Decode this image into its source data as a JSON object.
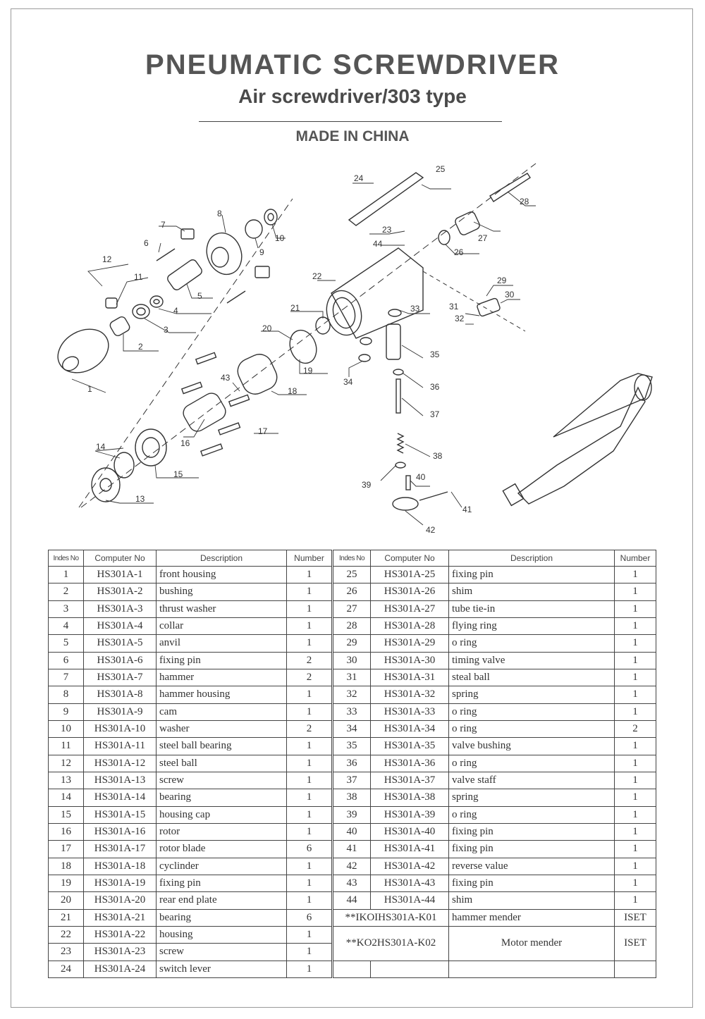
{
  "header": {
    "title": "PNEUMATIC SCREWDRIVER",
    "subtitle": "Air screwdriver/303 type",
    "origin": "MADE IN CHINA"
  },
  "diagram": {
    "callouts": [
      "1",
      "2",
      "3",
      "4",
      "5",
      "6",
      "7",
      "8",
      "9",
      "10",
      "11",
      "12",
      "13",
      "14",
      "15",
      "16",
      "17",
      "18",
      "19",
      "20",
      "21",
      "22",
      "23",
      "24",
      "25",
      "26",
      "27",
      "28",
      "29",
      "30",
      "31",
      "32",
      "33",
      "34",
      "35",
      "36",
      "37",
      "38",
      "39",
      "40",
      "41",
      "42",
      "43",
      "44"
    ]
  },
  "table": {
    "headers": [
      "Indes No",
      "Computer No",
      "Description",
      "Number",
      "Indes No",
      "Computer No",
      "Description",
      "Number"
    ],
    "left_rows": [
      {
        "no": "1",
        "code": "HS301A-1",
        "desc": "front housing",
        "qty": "1"
      },
      {
        "no": "2",
        "code": "HS301A-2",
        "desc": "bushing",
        "qty": "1"
      },
      {
        "no": "3",
        "code": "HS301A-3",
        "desc": "thrust washer",
        "qty": "1"
      },
      {
        "no": "4",
        "code": "HS301A-4",
        "desc": "collar",
        "qty": "1"
      },
      {
        "no": "5",
        "code": "HS301A-5",
        "desc": "anvil",
        "qty": "1"
      },
      {
        "no": "6",
        "code": "HS301A-6",
        "desc": "fixing pin",
        "qty": "2"
      },
      {
        "no": "7",
        "code": "HS301A-7",
        "desc": "hammer",
        "qty": "2"
      },
      {
        "no": "8",
        "code": "HS301A-8",
        "desc": "hammer housing",
        "qty": "1"
      },
      {
        "no": "9",
        "code": "HS301A-9",
        "desc": "cam",
        "qty": "1"
      },
      {
        "no": "10",
        "code": "HS301A-10",
        "desc": "washer",
        "qty": "2"
      },
      {
        "no": "11",
        "code": "HS301A-11",
        "desc": "steel ball bearing",
        "qty": "1"
      },
      {
        "no": "12",
        "code": "HS301A-12",
        "desc": "steel ball",
        "qty": "1"
      },
      {
        "no": "13",
        "code": "HS301A-13",
        "desc": "screw",
        "qty": "1"
      },
      {
        "no": "14",
        "code": "HS301A-14",
        "desc": "bearing",
        "qty": "1"
      },
      {
        "no": "15",
        "code": "HS301A-15",
        "desc": "housing cap",
        "qty": "1"
      },
      {
        "no": "16",
        "code": "HS301A-16",
        "desc": "rotor",
        "qty": "1"
      },
      {
        "no": "17",
        "code": "HS301A-17",
        "desc": "rotor blade",
        "qty": "6"
      },
      {
        "no": "18",
        "code": "HS301A-18",
        "desc": "cyclinder",
        "qty": "1"
      },
      {
        "no": "19",
        "code": "HS301A-19",
        "desc": "fixing pin",
        "qty": "1"
      },
      {
        "no": "20",
        "code": "HS301A-20",
        "desc": "rear end plate",
        "qty": "1"
      },
      {
        "no": "21",
        "code": "HS301A-21",
        "desc": "bearing",
        "qty": "6"
      },
      {
        "no": "22",
        "code": "HS301A-22",
        "desc": "housing",
        "qty": "1"
      },
      {
        "no": "23",
        "code": "HS301A-23",
        "desc": "screw",
        "qty": "1"
      },
      {
        "no": "24",
        "code": "HS301A-24",
        "desc": "switch lever",
        "qty": "1"
      }
    ],
    "right_rows": [
      {
        "no": "25",
        "code": "HS301A-25",
        "desc": "fixing pin",
        "qty": "1"
      },
      {
        "no": "26",
        "code": "HS301A-26",
        "desc": "shim",
        "qty": "1"
      },
      {
        "no": "27",
        "code": "HS301A-27",
        "desc": "tube tie-in",
        "qty": "1"
      },
      {
        "no": "28",
        "code": "HS301A-28",
        "desc": "flying ring",
        "qty": "1"
      },
      {
        "no": "29",
        "code": "HS301A-29",
        "desc": "o ring",
        "qty": "1"
      },
      {
        "no": "30",
        "code": "HS301A-30",
        "desc": "timing valve",
        "qty": "1"
      },
      {
        "no": "31",
        "code": "HS301A-31",
        "desc": "steal ball",
        "qty": "1"
      },
      {
        "no": "32",
        "code": "HS301A-32",
        "desc": "spring",
        "qty": "1"
      },
      {
        "no": "33",
        "code": "HS301A-33",
        "desc": "o ring",
        "qty": "1"
      },
      {
        "no": "34",
        "code": "HS301A-34",
        "desc": "o ring",
        "qty": "2"
      },
      {
        "no": "35",
        "code": "HS301A-35",
        "desc": "valve bushing",
        "qty": "1"
      },
      {
        "no": "36",
        "code": "HS301A-36",
        "desc": "o ring",
        "qty": "1"
      },
      {
        "no": "37",
        "code": "HS301A-37",
        "desc": "valve staff",
        "qty": "1"
      },
      {
        "no": "38",
        "code": "HS301A-38",
        "desc": "spring",
        "qty": "1"
      },
      {
        "no": "39",
        "code": "HS301A-39",
        "desc": "o ring",
        "qty": "1"
      },
      {
        "no": "40",
        "code": "HS301A-40",
        "desc": "fixing pin",
        "qty": "1"
      },
      {
        "no": "41",
        "code": "HS301A-41",
        "desc": "fixing pin",
        "qty": "1"
      },
      {
        "no": "42",
        "code": "HS301A-42",
        "desc": "reverse value",
        "qty": "1"
      },
      {
        "no": "43",
        "code": "HS301A-43",
        "desc": "fixing pin",
        "qty": "1"
      },
      {
        "no": "44",
        "code": "HS301A-44",
        "desc": "shim",
        "qty": "1"
      }
    ],
    "kits": [
      {
        "code": "**IKOIHS301A-K01",
        "desc": "hammer mender",
        "qty": "ISET"
      },
      {
        "code": "**KO2HS301A-K02",
        "desc": "Motor mender",
        "qty": "ISET"
      }
    ]
  }
}
